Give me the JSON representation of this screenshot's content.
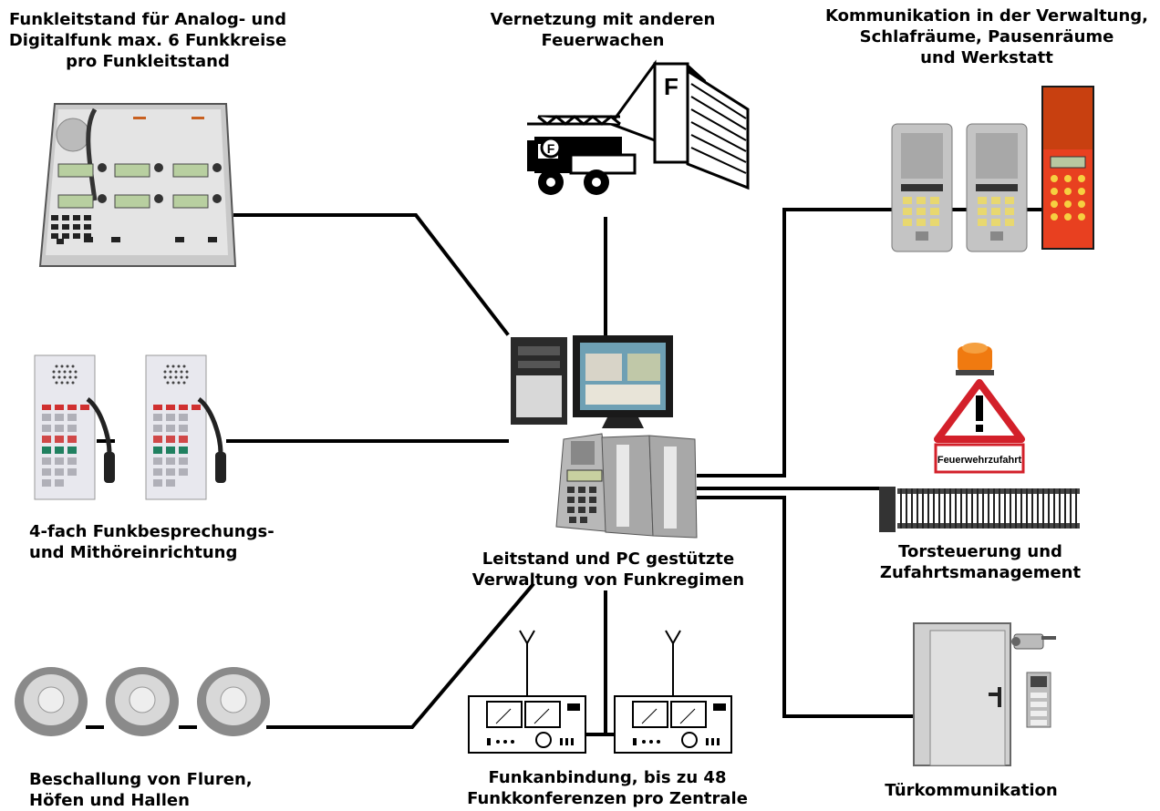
{
  "labels": {
    "funkleitstand": "Funkleitstand für Analog- und\nDigitalfunk max. 6 Funkkreise\npro Funkleitstand",
    "vernetzung": "Vernetzung mit anderen\nFeuerwachen",
    "kommunikation": "Kommunikation in der Verwaltung,\nSchlafräume, Pausenräume\nund Werkstatt",
    "funkbesprechung": "4-fach Funkbesprechungs-\nund Mithöreinrichtung",
    "leitstand": "Leitstand und PC gestützte\nVerwaltung von Funkregimen",
    "torsteuerung": "Torsteuerung und\nZufahrtsmanagement",
    "beschallung": "Beschallung von Fluren,\nHöfen und Hallen",
    "funkanbindung": "Funkanbindung, bis zu 48\nFunkkonferenzen pro Zentrale",
    "tuerkommunikation": "Türkommunikation"
  },
  "sign_text": "Feuerwehrzufahrt",
  "building_letter": "F",
  "truck_letter": "F",
  "colors": {
    "wire": "#000000",
    "sign_red": "#d3202a",
    "beacon": "#f07a10"
  }
}
